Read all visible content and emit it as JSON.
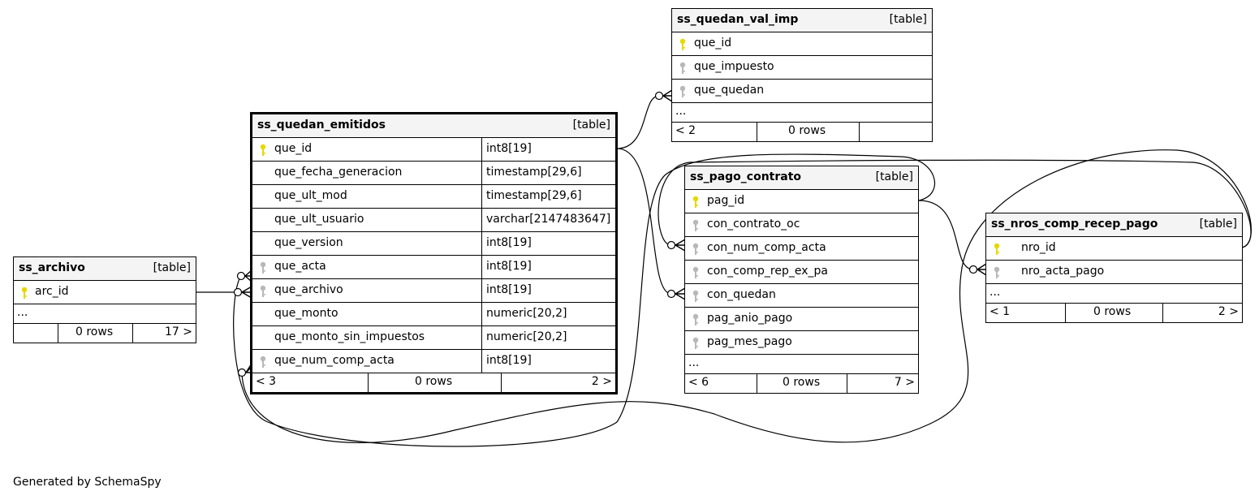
{
  "credit": "Generated by SchemaSpy",
  "colors": {
    "pk_key": "#e6d800",
    "fk_key": "#b8b8b8",
    "header_bg": "#f4f4f4"
  },
  "tables": {
    "ss_archivo": {
      "name": "ss_archivo",
      "kind": "[table]",
      "columns": [
        {
          "name": "arc_id",
          "key": "primary-key"
        }
      ],
      "ellipsis": "...",
      "footer": {
        "left": "",
        "rows": "0 rows",
        "right": "17 >"
      }
    },
    "ss_quedan_emitidos": {
      "name": "ss_quedan_emitidos",
      "kind": "[table]",
      "columns": [
        {
          "name": "que_id",
          "type": "int8[19]",
          "key": "primary-key"
        },
        {
          "name": "que_fecha_generacion",
          "type": "timestamp[29,6]",
          "key": "none"
        },
        {
          "name": "que_ult_mod",
          "type": "timestamp[29,6]",
          "key": "none"
        },
        {
          "name": "que_ult_usuario",
          "type": "varchar[2147483647]",
          "key": "none"
        },
        {
          "name": "que_version",
          "type": "int8[19]",
          "key": "none"
        },
        {
          "name": "que_acta",
          "type": "int8[19]",
          "key": "foreign-key"
        },
        {
          "name": "que_archivo",
          "type": "int8[19]",
          "key": "foreign-key"
        },
        {
          "name": "que_monto",
          "type": "numeric[20,2]",
          "key": "none"
        },
        {
          "name": "que_monto_sin_impuestos",
          "type": "numeric[20,2]",
          "key": "none"
        },
        {
          "name": "que_num_comp_acta",
          "type": "int8[19]",
          "key": "foreign-key"
        }
      ],
      "footer": {
        "left": "< 3",
        "rows": "0 rows",
        "right": "2 >"
      }
    },
    "ss_quedan_val_imp": {
      "name": "ss_quedan_val_imp",
      "kind": "[table]",
      "columns": [
        {
          "name": "que_id",
          "key": "primary-key"
        },
        {
          "name": "que_impuesto",
          "key": "foreign-key"
        },
        {
          "name": "que_quedan",
          "key": "foreign-key"
        }
      ],
      "ellipsis": "...",
      "footer": {
        "left": "< 2",
        "rows": "0 rows",
        "right": ""
      }
    },
    "ss_pago_contrato": {
      "name": "ss_pago_contrato",
      "kind": "[table]",
      "columns": [
        {
          "name": "pag_id",
          "key": "primary-key"
        },
        {
          "name": "con_contrato_oc",
          "key": "foreign-key"
        },
        {
          "name": "con_num_comp_acta",
          "key": "foreign-key"
        },
        {
          "name": "con_comp_rep_ex_pa",
          "key": "foreign-key"
        },
        {
          "name": "con_quedan",
          "key": "foreign-key"
        },
        {
          "name": "pag_anio_pago",
          "key": "foreign-key"
        },
        {
          "name": "pag_mes_pago",
          "key": "foreign-key"
        }
      ],
      "ellipsis": "...",
      "footer": {
        "left": "< 6",
        "rows": "0 rows",
        "right": "7 >"
      }
    },
    "ss_nros_comp_recep_pago": {
      "name": "ss_nros_comp_recep_pago",
      "kind": "[table]",
      "columns": [
        {
          "name": "nro_id",
          "key": "primary-key"
        },
        {
          "name": "nro_acta_pago",
          "key": "foreign-key"
        }
      ],
      "ellipsis": "...",
      "footer": {
        "left": "< 1",
        "rows": "0 rows",
        "right": "2 >"
      }
    }
  }
}
